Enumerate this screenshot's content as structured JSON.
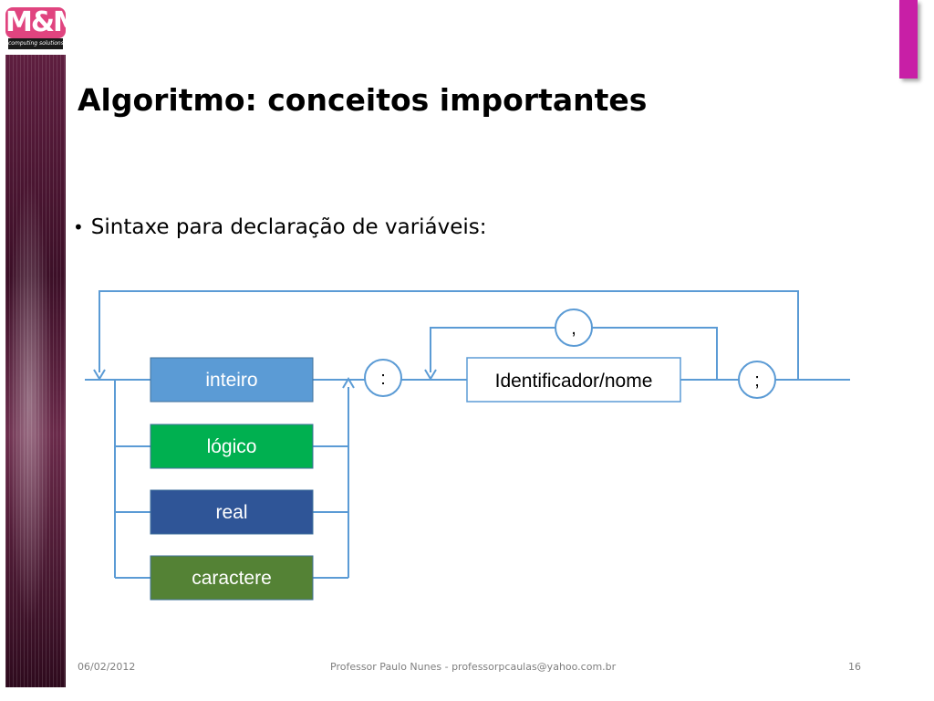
{
  "logo": {
    "brand": "M&M",
    "tagline": "computing solutions"
  },
  "slide": {
    "title": "Algoritmo: conceitos importantes",
    "bullet": "Sintaxe para declaração de variáveis:"
  },
  "diagram": {
    "types": [
      {
        "label": "inteiro",
        "color": "#5b9bd5"
      },
      {
        "label": "lógico",
        "color": "#00b050"
      },
      {
        "label": "real",
        "color": "#2f5597"
      },
      {
        "label": "caractere",
        "color": "#548235"
      }
    ],
    "colon": ":",
    "identifier": "Identificador/nome",
    "comma": ",",
    "semicolon": ";",
    "line_color": "#5b9bd5"
  },
  "footer": {
    "date": "06/02/2012",
    "center": "Professor Paulo Nunes - professorpcaulas@yahoo.com.br",
    "page": "16"
  }
}
